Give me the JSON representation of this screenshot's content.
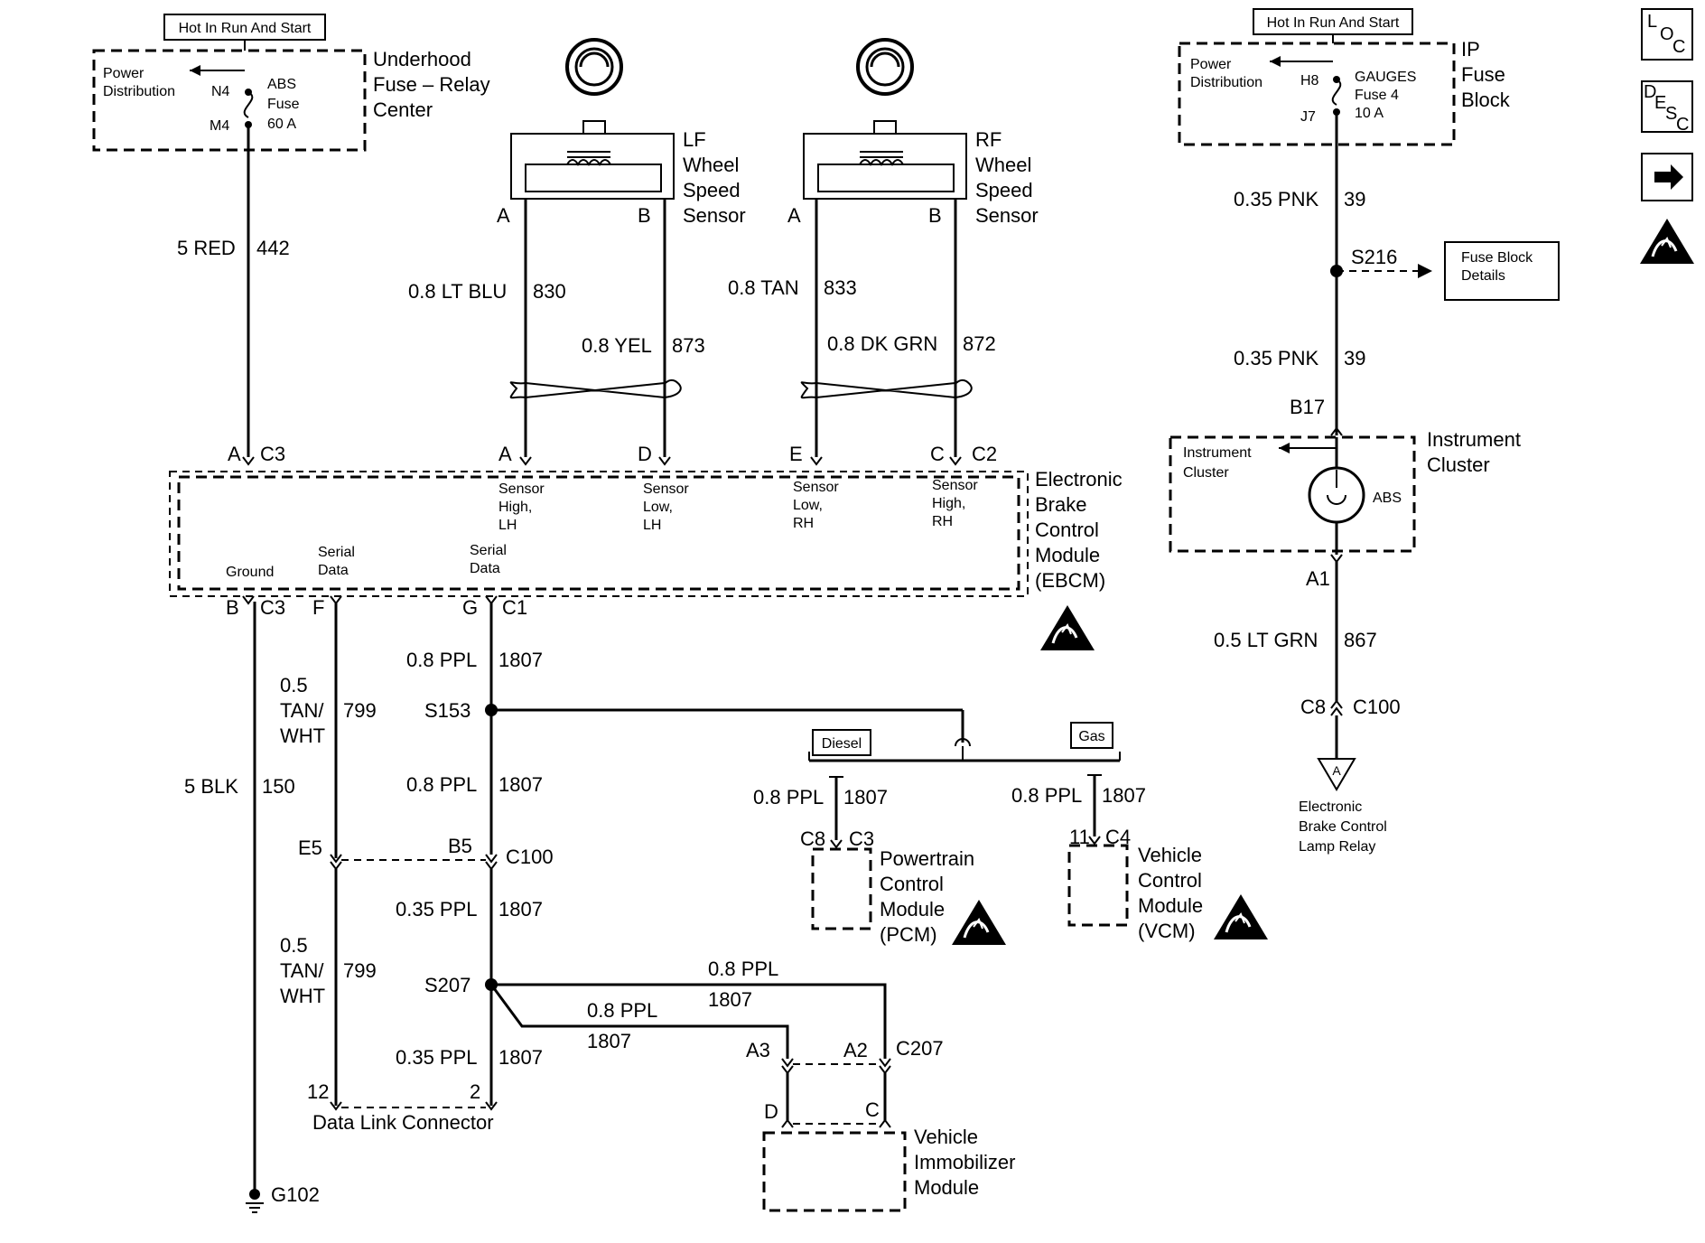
{
  "headers": {
    "hot_left": "Hot In Run And Start",
    "hot_right": "Hot In Run And Start"
  },
  "underhood": {
    "label1": "Underhood",
    "label2": "Fuse – Relay",
    "label3": "Center",
    "power1": "Power",
    "power2": "Distribution",
    "n4": "N4",
    "m4": "M4",
    "fuse1": "ABS",
    "fuse2": "Fuse",
    "fuse3": "60 A"
  },
  "ipfuse": {
    "label1": "IP",
    "label2": "Fuse",
    "label3": "Block",
    "power1": "Power",
    "power2": "Distribution",
    "h8": "H8",
    "j7": "J7",
    "fuse1": "GAUGES",
    "fuse2": "Fuse 4",
    "fuse3": "10 A"
  },
  "lf_sensor": {
    "l1": "LF",
    "l2": "Wheel",
    "l3": "Speed",
    "l4": "Sensor",
    "pinA": "A",
    "pinB": "B"
  },
  "rf_sensor": {
    "l1": "RF",
    "l2": "Wheel",
    "l3": "Speed",
    "l4": "Sensor",
    "pinA": "A",
    "pinB": "B"
  },
  "wires": {
    "red_size": "5 RED",
    "red_num": "442",
    "ltblu_size": "0.8 LT BLU",
    "ltblu_num": "830",
    "yel_size": "0.8 YEL",
    "yel_num": "873",
    "tan_size": "0.8 TAN",
    "tan_num": "833",
    "dkgrn_size": "0.8 DK GRN",
    "dkgrn_num": "872",
    "pnk1_size": "0.35 PNK",
    "pnk1_num": "39",
    "pnk2_size": "0.35 PNK",
    "pnk2_num": "39",
    "ltgrn_size": "0.5 LT GRN",
    "ltgrn_num": "867",
    "blk_size": "5 BLK",
    "blk_num": "150",
    "tw1_a": "0.5",
    "tw1_b": "TAN/",
    "tw1_c": "WHT",
    "tw1_num": "799",
    "tw2_a": "0.5",
    "tw2_b": "TAN/",
    "tw2_c": "WHT",
    "tw2_num": "799",
    "ppl1_size": "0.8 PPL",
    "ppl1_num": "1807",
    "ppl2_size": "0.8 PPL",
    "ppl2_num": "1807",
    "ppl3_size": "0.35 PPL",
    "ppl3_num": "1807",
    "ppl4_size": "0.35 PPL",
    "ppl4_num": "1807",
    "ppl5_size": "0.8 PPL",
    "ppl5_num": "1807",
    "ppl6_size": "0.8 PPL",
    "ppl6_num": "1807",
    "ppl7_size": "0.8 PPL",
    "ppl7_num": "1807",
    "ppl8_size": "0.8 PPL",
    "ppl8_num": "1807"
  },
  "ebcm": {
    "l1": "Electronic",
    "l2": "Brake",
    "l3": "Control",
    "l4": "Module",
    "l5": "(EBCM)",
    "pin_a": "A",
    "c3_top": "C3",
    "pin_A2": "A",
    "pin_D": "D",
    "pin_E": "E",
    "pin_C": "C",
    "c2": "C2",
    "s1a": "Sensor",
    "s1b": "High,",
    "s1c": "LH",
    "s2a": "Sensor",
    "s2b": "Low,",
    "s2c": "LH",
    "s3a": "Sensor",
    "s3b": "Low,",
    "s3c": "RH",
    "s4a": "Sensor",
    "s4b": "High,",
    "s4c": "RH",
    "ground": "Ground",
    "sd1a": "Serial",
    "sd1b": "Data",
    "sd2a": "Serial",
    "sd2b": "Data",
    "pin_B": "B",
    "c3_bot": "C3",
    "pin_F": "F",
    "pin_G": "G",
    "c1": "C1"
  },
  "splices": {
    "s216": "S216",
    "s153": "S153",
    "s207": "S207"
  },
  "fuse_details": {
    "l1": "Fuse Block",
    "l2": "Details"
  },
  "cluster": {
    "b17": "B17",
    "l1": "Instrument",
    "l2": "Cluster",
    "in1": "Instrument",
    "in2": "Cluster",
    "abs": "ABS",
    "a1": "A1"
  },
  "c100_right": {
    "c8": "C8",
    "c100": "C100"
  },
  "lamp_relay": {
    "tri": "A",
    "l1": "Electronic",
    "l2": "Brake Control",
    "l3": "Lamp Relay"
  },
  "options": {
    "diesel": "Diesel",
    "gas": "Gas"
  },
  "pcm": {
    "c8": "C8",
    "c3": "C3",
    "l1": "Powertrain",
    "l2": "Control",
    "l3": "Module",
    "l4": "(PCM)"
  },
  "vcm": {
    "p11": "11",
    "c4": "C4",
    "l1": "Vehicle",
    "l2": "Control",
    "l3": "Module",
    "l4": "(VCM)"
  },
  "c100_left": {
    "e5": "E5",
    "b5": "B5",
    "c100": "C100"
  },
  "dlc": {
    "p12": "12",
    "p2": "2",
    "label": "Data Link Connector"
  },
  "immobilizer": {
    "a3": "A3",
    "a2": "A2",
    "c207": "C207",
    "d": "D",
    "c": "C",
    "l1": "Vehicle",
    "l2": "Immobilizer",
    "l3": "Module"
  },
  "ground": {
    "g102": "G102"
  },
  "nav": {
    "loc_l": "L",
    "loc_o": "O",
    "loc_c": "C",
    "desc_d": "D",
    "desc_e": "E",
    "desc_s": "S",
    "desc_c": "C"
  }
}
